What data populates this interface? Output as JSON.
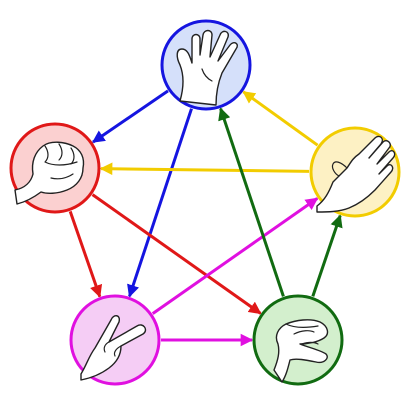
{
  "nodes": [
    {
      "id": "spock",
      "icon": "spock-hand-icon",
      "stroke": "#1515e0",
      "fill": "#d5e0fa"
    },
    {
      "id": "rock",
      "icon": "fist-icon",
      "stroke": "#e01818",
      "fill": "#fbd0d0"
    },
    {
      "id": "paper",
      "icon": "flat-hand-icon",
      "stroke": "#f2cc00",
      "fill": "#fdf1c4"
    },
    {
      "id": "scissors",
      "icon": "v-sign-hand-icon",
      "stroke": "#e010e0",
      "fill": "#f5cdf5"
    },
    {
      "id": "lizard",
      "icon": "lizard-hand-icon",
      "stroke": "#116b11",
      "fill": "#d3efcd"
    }
  ],
  "edges": [
    {
      "from": "spock",
      "to": "rock",
      "color": "#1515e0"
    },
    {
      "from": "spock",
      "to": "scissors",
      "color": "#1515e0"
    },
    {
      "from": "rock",
      "to": "scissors",
      "color": "#e01818"
    },
    {
      "from": "rock",
      "to": "lizard",
      "color": "#e01818"
    },
    {
      "from": "paper",
      "to": "spock",
      "color": "#f2cc00"
    },
    {
      "from": "paper",
      "to": "rock",
      "color": "#f2cc00"
    },
    {
      "from": "scissors",
      "to": "paper",
      "color": "#e010e0"
    },
    {
      "from": "scissors",
      "to": "lizard",
      "color": "#e010e0"
    },
    {
      "from": "lizard",
      "to": "spock",
      "color": "#116b11"
    },
    {
      "from": "lizard",
      "to": "paper",
      "color": "#116b11"
    }
  ]
}
